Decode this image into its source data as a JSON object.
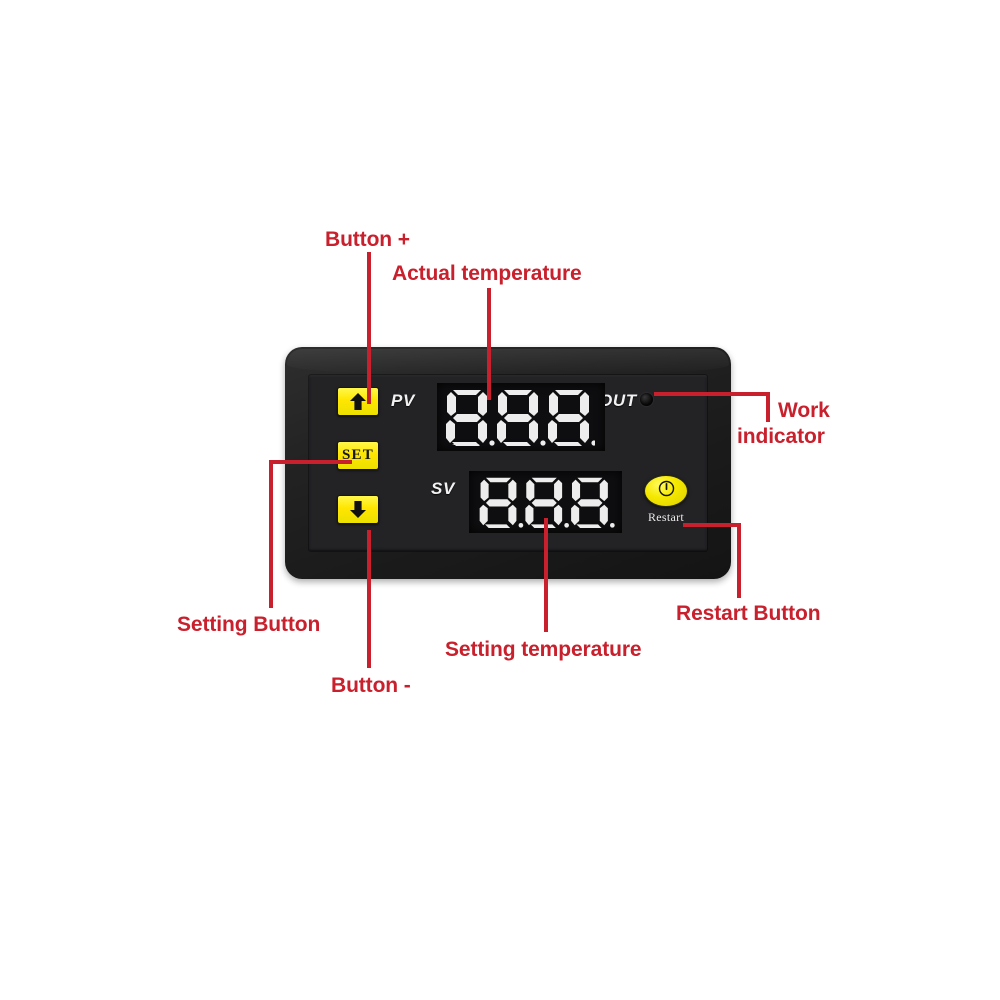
{
  "device": {
    "name": "digital-temperature-controller",
    "body_color": "#1b1b1b",
    "face_color": "#232326",
    "key_color": "#ffe600",
    "display_color": "#0e0e10",
    "segment_color": "#f0f0f0",
    "panel": {
      "pv_label": "PV",
      "sv_label": "SV",
      "out_label": "OUT",
      "pv_value": "8.8.8.",
      "sv_value": "8.8.8.",
      "set_button_label": "SET",
      "restart_button_label": "Restart",
      "up_button_icon": "arrow-up-icon",
      "down_button_icon": "arrow-down-icon",
      "restart_button_icon": "power-icon",
      "out_led_icon": "led-indicator-icon"
    }
  },
  "annotations": {
    "accent_color": "#c8202c",
    "items": [
      {
        "id": "button-plus",
        "label": "Button +"
      },
      {
        "id": "actual-temperature",
        "label": "Actual temperature"
      },
      {
        "id": "work-indicator-line1",
        "label": "Work"
      },
      {
        "id": "work-indicator-line2",
        "label": "indicator"
      },
      {
        "id": "setting-button",
        "label": "Setting Button"
      },
      {
        "id": "button-minus",
        "label": "Button -"
      },
      {
        "id": "setting-temperature",
        "label": "Setting temperature"
      },
      {
        "id": "restart-button",
        "label": "Restart Button"
      }
    ]
  }
}
